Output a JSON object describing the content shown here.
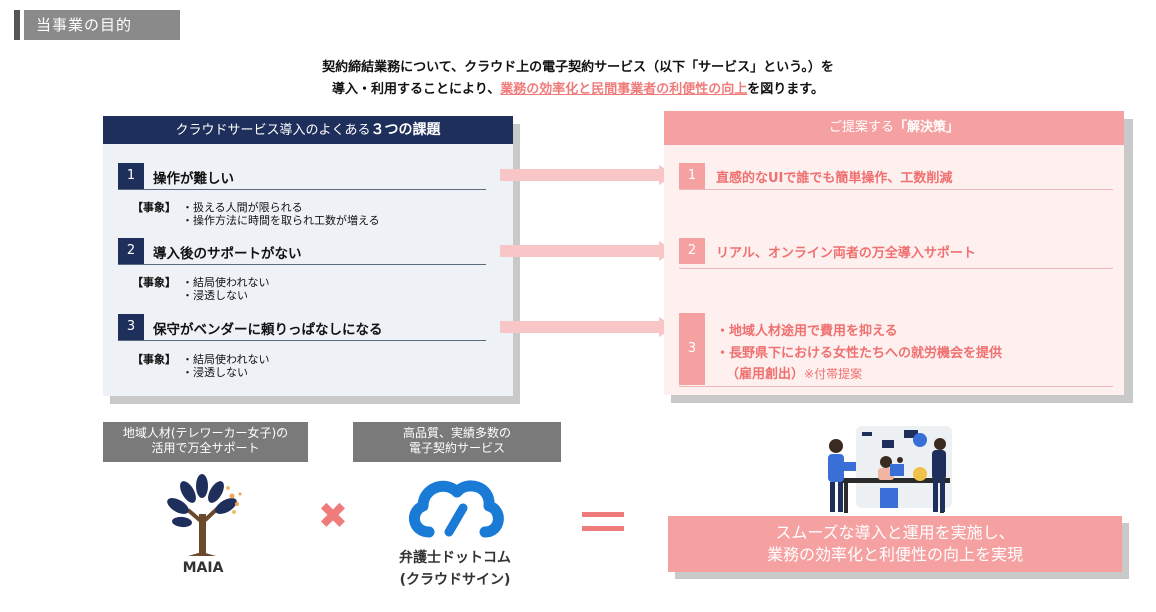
{
  "header": {
    "title": "当事業の目的"
  },
  "intro": {
    "line1": "契約締結業務について、クラウド上の電子契約サービス（以下「サービス」という。）を",
    "line2_before": "導入・利用することにより、",
    "line2_accent": "業務の効率化と民間事業者の利便性の向上",
    "line2_after": "を図ります。"
  },
  "issues": {
    "heading_pre": "クラウドサービス導入のよくある",
    "heading_bold": "３つの課題",
    "event_label": "【事象】",
    "items": [
      {
        "num": "1",
        "title": "操作が難しい",
        "line1": "・扱える人間が限られる",
        "line2": "・操作方法に時間を取られ工数が増える"
      },
      {
        "num": "2",
        "title": "導入後のサポートがない",
        "line1": "・結局使われない",
        "line2": "・浸透しない"
      },
      {
        "num": "3",
        "title": "保守がベンダーに頼りっぱなしになる",
        "line1": "・結局使われない",
        "line2": "・浸透しない"
      }
    ]
  },
  "solutions": {
    "heading_pre": "ご提案する",
    "heading_bold": "「解決策」",
    "items": [
      {
        "num": "1",
        "text": "直感的なUIで誰でも簡単操作、工数削減"
      },
      {
        "num": "2",
        "text": "リアル、オンライン両者の万全導入サポート"
      },
      {
        "num": "3",
        "line1": "・地域人材途用で費用を抑える",
        "line2": "・長野県下における女性たちへの就労機会を提供",
        "line3_bold": "（雇用創出）",
        "line3_note": "※付帯提案"
      }
    ]
  },
  "bottom": {
    "left_box_line1": "地域人材(テレワーカー女子)の",
    "left_box_line2": "活用で万全サポート",
    "left_logo": "MAIA",
    "times": "✖",
    "mid_box_line1": "高品質、実績多数の",
    "mid_box_line2": "電子契約サービス",
    "mid_logo_line1": "弁護士ドットコム",
    "mid_logo_line2": "(クラウドサイン)",
    "result_line1": "スムーズな導入と運用を実施し、",
    "result_line2": "業務の効率化と利便性の向上を実現"
  },
  "colors": {
    "navy": "#1f2f5c",
    "pink": "#f5a1a1",
    "accent": "#f07b7b",
    "gray": "#7a7a7a"
  }
}
